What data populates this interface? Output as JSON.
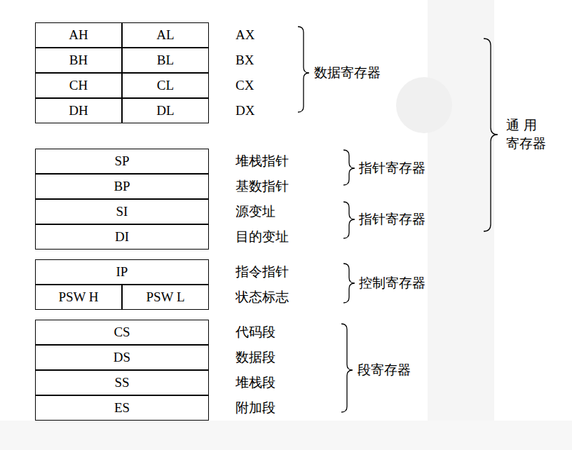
{
  "diagram": {
    "nodes": [
      {
        "text": [
          "AH"
        ]
      },
      {
        "text": [
          "AL"
        ]
      },
      {
        "text": [
          "BH"
        ]
      },
      {
        "text": [
          "BL"
        ]
      },
      {
        "text": [
          "CH"
        ]
      },
      {
        "text": [
          "CL"
        ]
      },
      {
        "text": [
          "DH"
        ]
      },
      {
        "text": [
          "DL"
        ]
      },
      {
        "text": [
          "SP"
        ]
      },
      {
        "text": [
          "BP"
        ]
      },
      {
        "text": [
          "SI"
        ]
      },
      {
        "text": [
          "DI"
        ]
      },
      {
        "text": [
          "IP"
        ]
      },
      {
        "text": [
          "PSW H"
        ]
      },
      {
        "text": [
          "PSW L"
        ]
      },
      {
        "text": [
          "CS"
        ]
      },
      {
        "text": [
          "DS"
        ]
      },
      {
        "text": [
          "SS"
        ]
      },
      {
        "text": [
          "ES"
        ]
      }
    ],
    "labels": [
      "AX",
      "BX",
      "CX",
      "DX",
      "数据寄存器",
      "通 用 寄存器",
      "堆栈指针",
      "基数指针",
      "源变址",
      "目的变址",
      "指针寄存器",
      "指针寄存器",
      "指令指针",
      "状态标志",
      "控制寄存器",
      "代码段",
      "数据段",
      "堆栈段",
      "附加段",
      "段寄存器"
    ]
  }
}
